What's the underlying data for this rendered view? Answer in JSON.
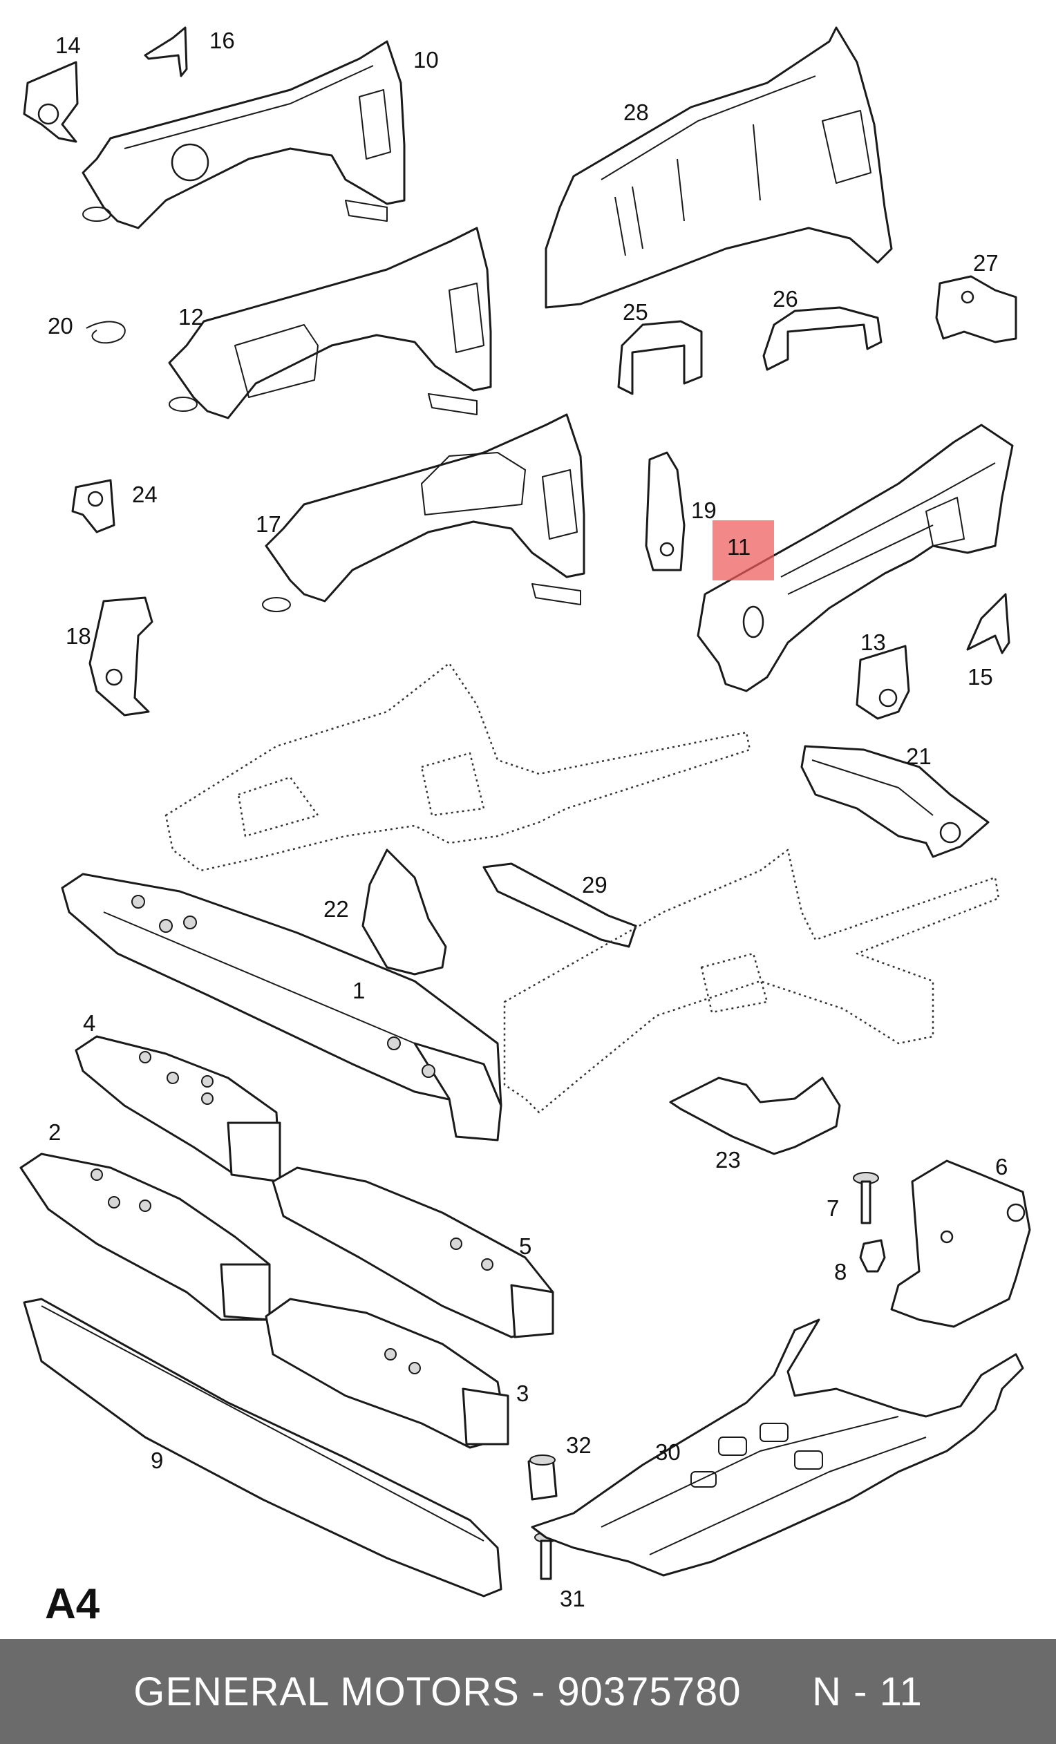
{
  "diagram": {
    "section_code": "A4",
    "callouts": [
      "1",
      "2",
      "3",
      "4",
      "5",
      "6",
      "7",
      "8",
      "9",
      "10",
      "11",
      "12",
      "13",
      "14",
      "15",
      "16",
      "17",
      "18",
      "19",
      "20",
      "21",
      "22",
      "23",
      "24",
      "25",
      "26",
      "27",
      "28",
      "29",
      "30",
      "31",
      "32"
    ],
    "highlighted_callout": "11",
    "highlight_color": "#ef5a5a"
  },
  "footer": {
    "brand": "GENERAL MOTORS",
    "separator": " - ",
    "part_number": "90375780",
    "position": "N - 11",
    "background": "#6b6b6b",
    "text_color": "#ffffff"
  }
}
